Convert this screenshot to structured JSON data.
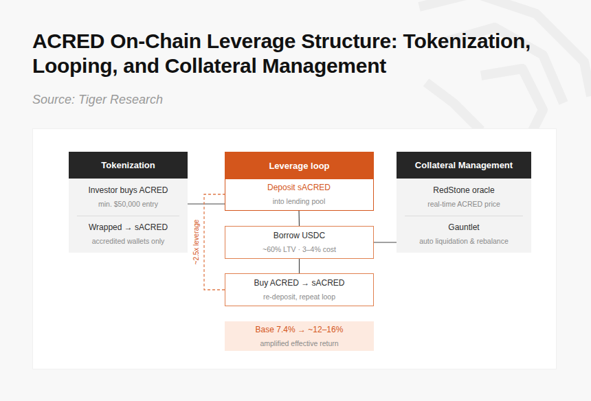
{
  "diagram": {
    "title": "ACRED On-Chain Leverage Structure: Tokenization, Looping, and Collateral Management",
    "caption": "Source: Tiger Research",
    "nodes": [
      {
        "text": [
          "Tokenization"
        ]
      },
      {
        "text": [
          "Investor buys ACRED",
          "min. $50,000 entry"
        ],
        "in": 0
      },
      {
        "text": [
          "Wrapped → sACRED",
          "accredited wallets only"
        ],
        "in": 0
      },
      {
        "text": [
          "Collateral Management"
        ]
      },
      {
        "text": [
          "RedStone oracle",
          "real-time ACRED price"
        ],
        "in": 3
      },
      {
        "text": [
          "Gauntlet",
          "auto liquidation & rebalance"
        ],
        "in": 3
      },
      {
        "text": [
          "Leverage loop"
        ]
      },
      {
        "text": [
          "Deposit sACRED",
          "into lending pool"
        ],
        "in": 6
      },
      {
        "text": [
          "Borrow USDC",
          "~60% LTV · 3–4% cost"
        ]
      },
      {
        "text": [
          "Buy ACRED → sACRED",
          "re-deposit, repeat loop"
        ]
      },
      {
        "text": [
          "Base 7.4% → ~12–16%",
          "amplified effective return"
        ]
      }
    ],
    "edges": [
      {
        "from": 0,
        "to": 6,
        "arrow": "none"
      },
      {
        "from": 7,
        "to": 8,
        "arrow": "none"
      },
      {
        "from": 8,
        "to": 9,
        "arrow": "none"
      },
      {
        "from": 8,
        "to": 3,
        "arrow": "none"
      },
      {
        "from": 9,
        "to": 7,
        "label": "~2.5x leverage",
        "arrow": "none"
      }
    ]
  }
}
